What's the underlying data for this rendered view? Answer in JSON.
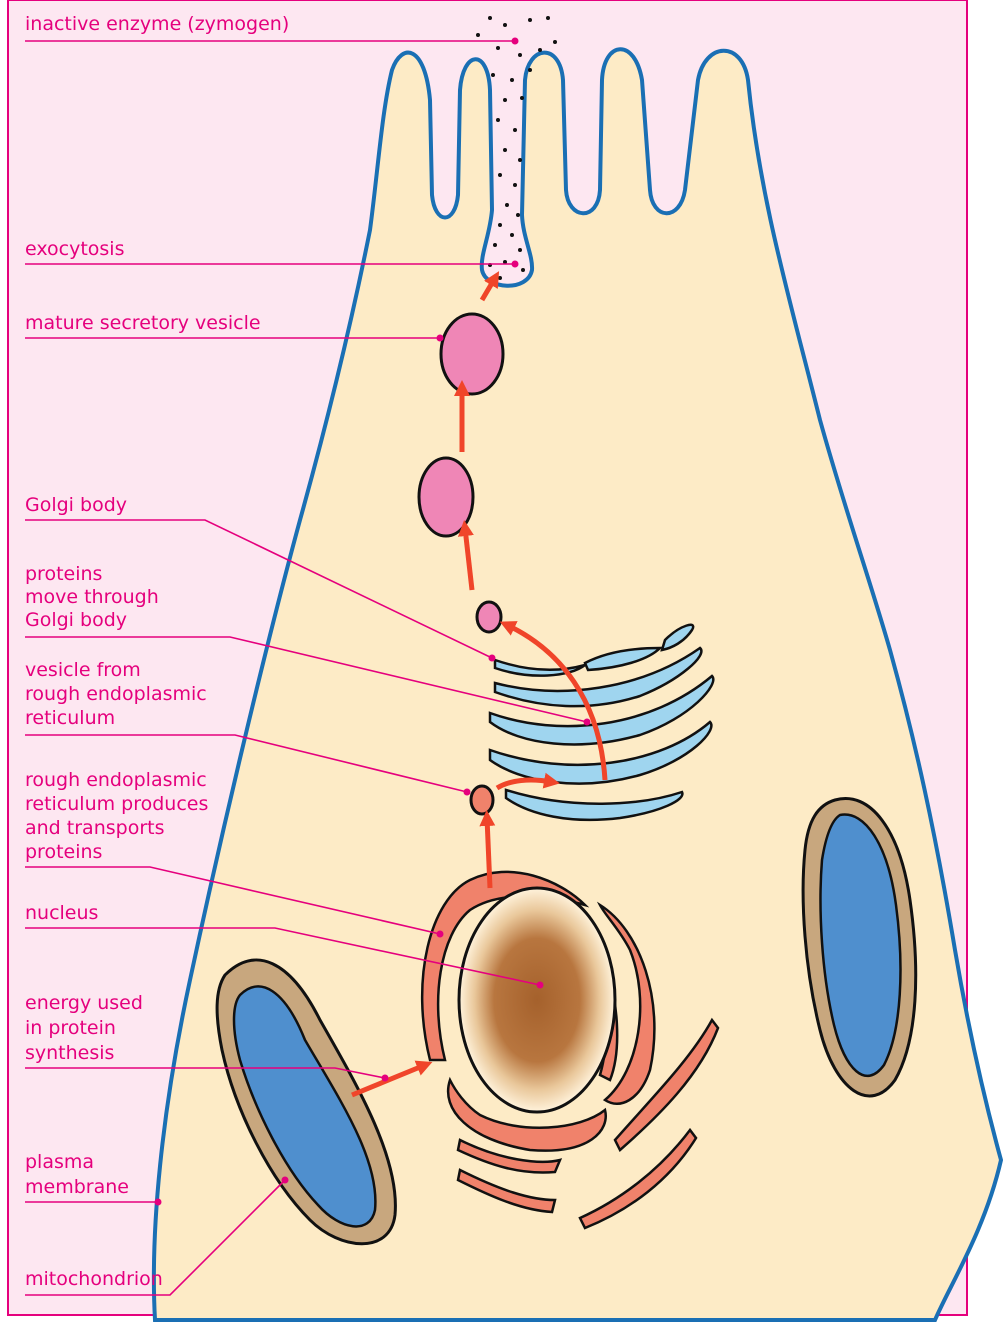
{
  "colors": {
    "page_background": "#fde7f1",
    "frame": "#e5007d",
    "cell_fill": "#fdebc6",
    "cell_outline": "#1a6fb4",
    "leader": "#e5007d",
    "arrow": "#f0452a",
    "vesicle": "#ef86b6",
    "golgi": "#9fd5ef",
    "rough_er": "#f0826b",
    "nucleus_center": "#a5612c",
    "mito_outer": "#c8a77e",
    "mito_inner": "#4f8fce"
  },
  "labels": {
    "zymogen": "inactive enzyme (zymogen)",
    "exocytosis": "exocytosis",
    "mature_vesicle": "mature secretory vesicle",
    "golgi_body": "Golgi body",
    "proteins_move": [
      "proteins",
      "move through",
      "Golgi body"
    ],
    "vesicle_rer": [
      "vesicle from",
      "rough endoplasmic",
      "reticulum"
    ],
    "rer_produces": [
      "rough endoplasmic",
      "reticulum produces",
      "and transports",
      "proteins"
    ],
    "nucleus": "nucleus",
    "energy": [
      "energy used",
      "in protein",
      "synthesis"
    ],
    "plasma_membrane": [
      "plasma",
      "membrane"
    ],
    "mitochondrion": "mitochondrion"
  }
}
